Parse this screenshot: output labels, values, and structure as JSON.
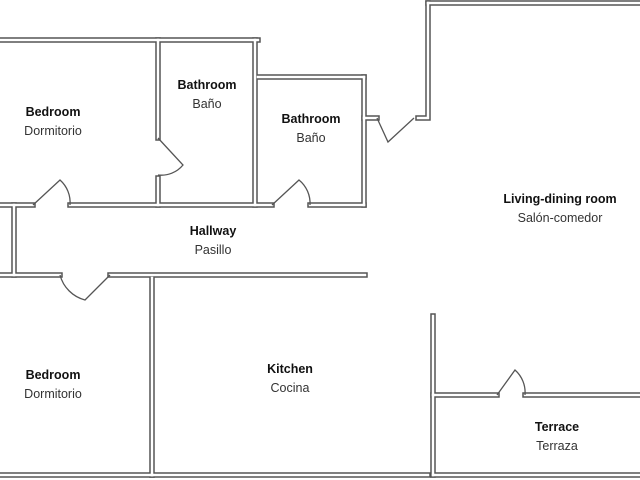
{
  "wall_color": "#555555",
  "rooms": [
    {
      "name_en": "Bedroom",
      "name_es": "Dormitorio"
    },
    {
      "name_en": "Bathroom",
      "name_es": "Baño"
    },
    {
      "name_en": "Bathroom",
      "name_es": "Baño"
    },
    {
      "name_en": "Hallway",
      "name_es": "Pasillo"
    },
    {
      "name_en": "Living-dining room",
      "name_es": "Salón-comedor"
    },
    {
      "name_en": "Bedroom",
      "name_es": "Dormitorio"
    },
    {
      "name_en": "Kitchen",
      "name_es": "Cocina"
    },
    {
      "name_en": "Terrace",
      "name_es": "Terraza"
    }
  ]
}
